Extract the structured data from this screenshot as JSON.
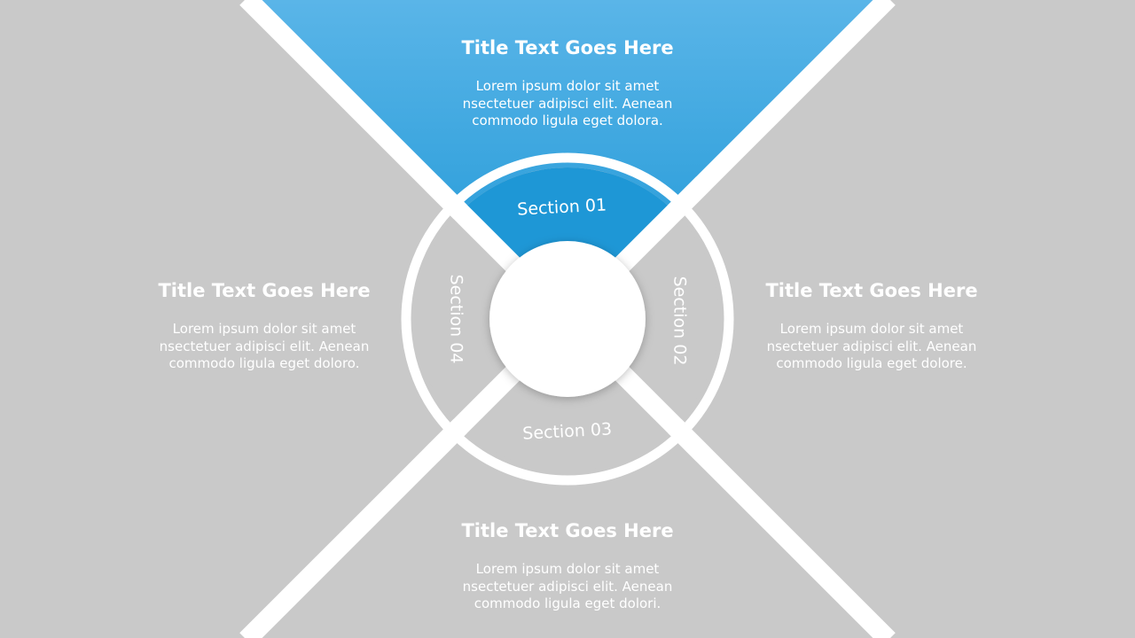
{
  "colors": {
    "background": "#c9c9c9",
    "accent_blue": "#1e97d6",
    "accent_blue_light": "#5ab5e8",
    "white": "#ffffff"
  },
  "sections": {
    "s1": "Section 01",
    "s2": "Section 02",
    "s3": "Section 03",
    "s4": "Section 04"
  },
  "panels": {
    "top": {
      "title": "Title Text Goes Here",
      "lines": [
        "Lorem ipsum dolor sit amet",
        "nsectetuer adipisci elit. Aenean",
        "commodo ligula eget dolora."
      ]
    },
    "right": {
      "title": "Title Text Goes Here",
      "lines": [
        "Lorem ipsum dolor sit amet",
        "nsectetuer adipisci elit. Aenean",
        "commodo ligula eget dolore."
      ]
    },
    "bottom": {
      "title": "Title Text Goes Here",
      "lines": [
        "Lorem ipsum dolor sit amet",
        "nsectetuer adipisci elit. Aenean",
        "commodo ligula eget dolori."
      ]
    },
    "left": {
      "title": "Title Text Goes Here",
      "lines": [
        "Lorem ipsum dolor sit amet",
        "nsectetuer adipisci elit. Aenean",
        "commodo ligula eget doloro."
      ]
    }
  }
}
